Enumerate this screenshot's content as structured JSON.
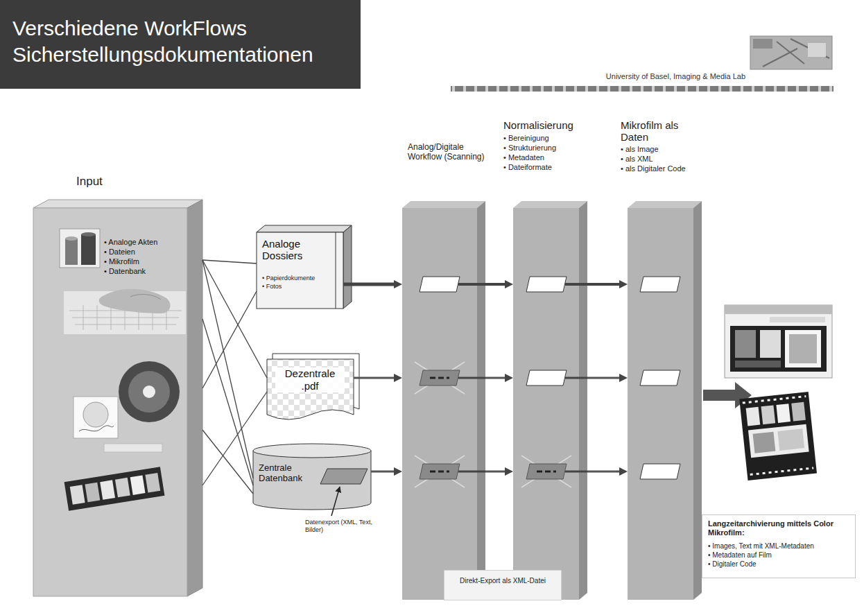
{
  "diagram": {
    "title": "Verschiedene WorkFlows Sicherstellungsdokumentationen",
    "nodes": [
      {
        "text": [
          "Input",
          "• Analoge Akten",
          "• Dateien",
          "• Mikrofilm",
          "• Datenbank"
        ]
      },
      {
        "text": [
          "Analoge Dossiers",
          "• Papierdokumente",
          "• Fotos"
        ]
      },
      {
        "text": [
          "Dezentrale .pdf"
        ]
      },
      {
        "text": [
          "Zentrale Datenbank"
        ]
      },
      {
        "text": [
          "Analog/Digitale Workflow (Scanning)"
        ]
      },
      {
        "text": [
          "Normalisierung",
          "• Bereinigung",
          "• Strukturierung",
          "• Metadaten",
          "• Dateiformate"
        ]
      },
      {
        "text": [
          "Mikrofilm als Daten",
          "• als Image",
          "• als XML",
          "• als Digitaler Code"
        ]
      },
      {
        "text": [
          "Langzeitarchivierung mittels Color Mikrofilm:",
          "• Images, Text mit XML-Metadaten",
          "• Metadaten auf Film",
          "• Digitaler Code"
        ]
      },
      {
        "text": [
          "Direkt-Export als XML-Datei"
        ]
      }
    ],
    "edges": [
      {
        "from": 0,
        "to": 1,
        "arrow": "none"
      },
      {
        "from": 0,
        "to": 1,
        "arrow": "none"
      },
      {
        "from": 0,
        "to": 2,
        "arrow": "none"
      },
      {
        "from": 0,
        "to": 2,
        "arrow": "none"
      },
      {
        "from": 0,
        "to": 3,
        "arrow": "none"
      },
      {
        "from": 0,
        "to": 3,
        "arrow": "none"
      },
      {
        "from": 0,
        "to": 3,
        "arrow": "none"
      },
      {
        "from": 1,
        "to": 4,
        "arrow": "to"
      },
      {
        "from": 2,
        "to": 4,
        "arrow": "to"
      },
      {
        "from": 3,
        "to": 4,
        "arrow": "to"
      },
      {
        "from": 4,
        "to": 5,
        "arrow": "to"
      },
      {
        "from": 4,
        "to": 5,
        "arrow": "to"
      },
      {
        "from": 4,
        "to": 5,
        "arrow": "to"
      },
      {
        "from": 5,
        "to": 6,
        "arrow": "to"
      },
      {
        "from": 5,
        "to": 6,
        "arrow": "to"
      },
      {
        "from": 5,
        "to": 6,
        "arrow": "to"
      }
    ],
    "labels": [
      "University of Basel, Imaging & Media Lab",
      "Datenexport (XML, Text, Bilder)"
    ]
  }
}
